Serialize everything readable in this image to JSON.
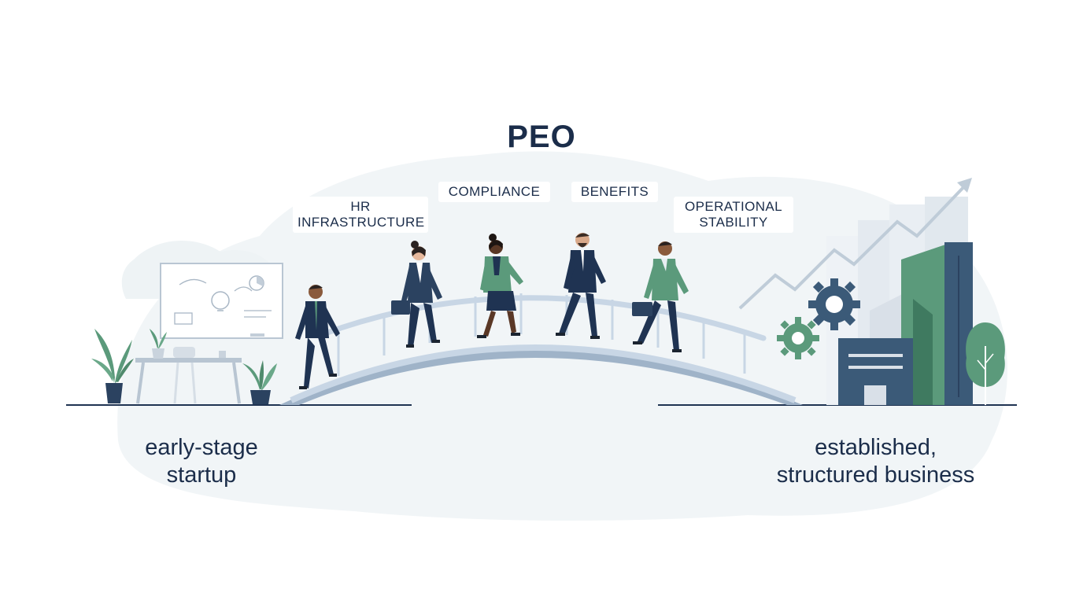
{
  "title": "PEO",
  "benefit_tags": [
    {
      "line1": "HR",
      "line2": "INFRASTRUCTURE"
    },
    {
      "line1": "COMPLIANCE",
      "line2": ""
    },
    {
      "line1": "BENEFITS",
      "line2": ""
    },
    {
      "line1": "OPERATIONAL",
      "line2": "STABILITY"
    }
  ],
  "left_label": {
    "line1": "early-stage",
    "line2": "startup"
  },
  "right_label": {
    "line1": "established,",
    "line2": "structured business"
  },
  "colors": {
    "navy": "#1f3352",
    "teal_green": "#5b9a7b",
    "bridge": "#c8d6e5",
    "bridge_dark": "#9fb3c8",
    "building_blue": "#3b5a78",
    "building_light": "#d9e0e8",
    "backdrop": "#eef3f5",
    "text": "#1b2d4a"
  },
  "icons": [
    "plant-icon",
    "whiteboard-icon",
    "lightbulb-icon",
    "gear-icon",
    "growth-arrow-icon",
    "tree-icon",
    "briefcase-icon"
  ]
}
